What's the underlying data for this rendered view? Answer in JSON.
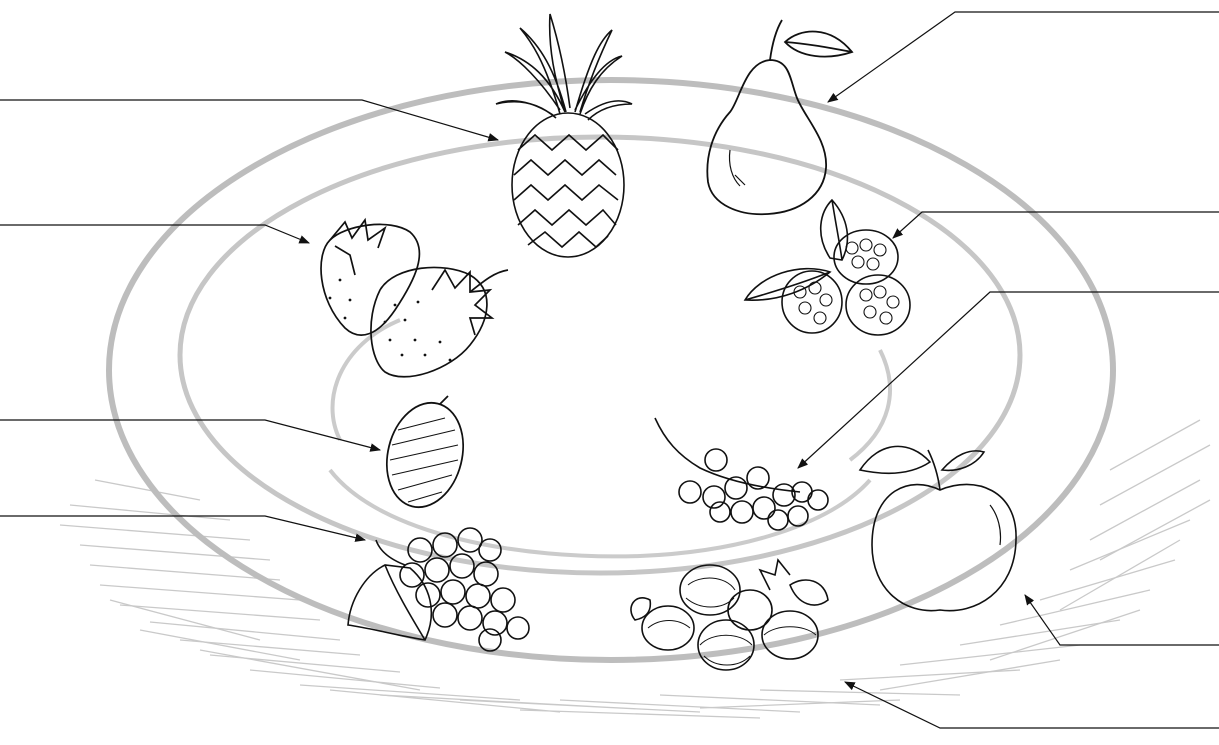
{
  "worksheet": {
    "ink_color": "#111111",
    "plate_color": "#bdbdbd",
    "background": "#ffffff",
    "fruits": [
      {
        "key": "pineapple",
        "answer": ""
      },
      {
        "key": "pear",
        "answer": ""
      },
      {
        "key": "strawberry",
        "answer": ""
      },
      {
        "key": "raspberry",
        "answer": ""
      },
      {
        "key": "redcurrant",
        "answer": ""
      },
      {
        "key": "plum",
        "answer": ""
      },
      {
        "key": "grapes",
        "answer": ""
      },
      {
        "key": "apple",
        "answer": ""
      },
      {
        "key": "gooseberry",
        "answer": ""
      }
    ]
  }
}
